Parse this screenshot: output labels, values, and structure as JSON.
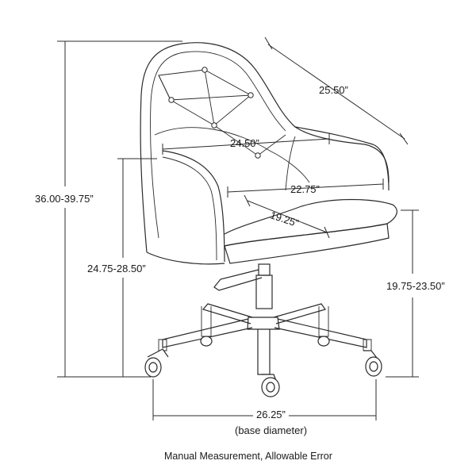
{
  "dimensions": {
    "overall_height": "36.00-39.75”",
    "arm_height": "24.75-28.50”",
    "seat_height": "19.75-23.50”",
    "overall_depth": "25.50”",
    "outer_width": "24.50”",
    "seat_width": "22.75”",
    "seat_depth": "19.25”",
    "base_diameter": "26.25”",
    "base_diameter_caption": "(base diameter)"
  },
  "footnote": "Manual Measurement, Allowable Error",
  "colors": {
    "line": "#2b2b2b",
    "text": "#1a1a1a",
    "background": "#ffffff"
  }
}
